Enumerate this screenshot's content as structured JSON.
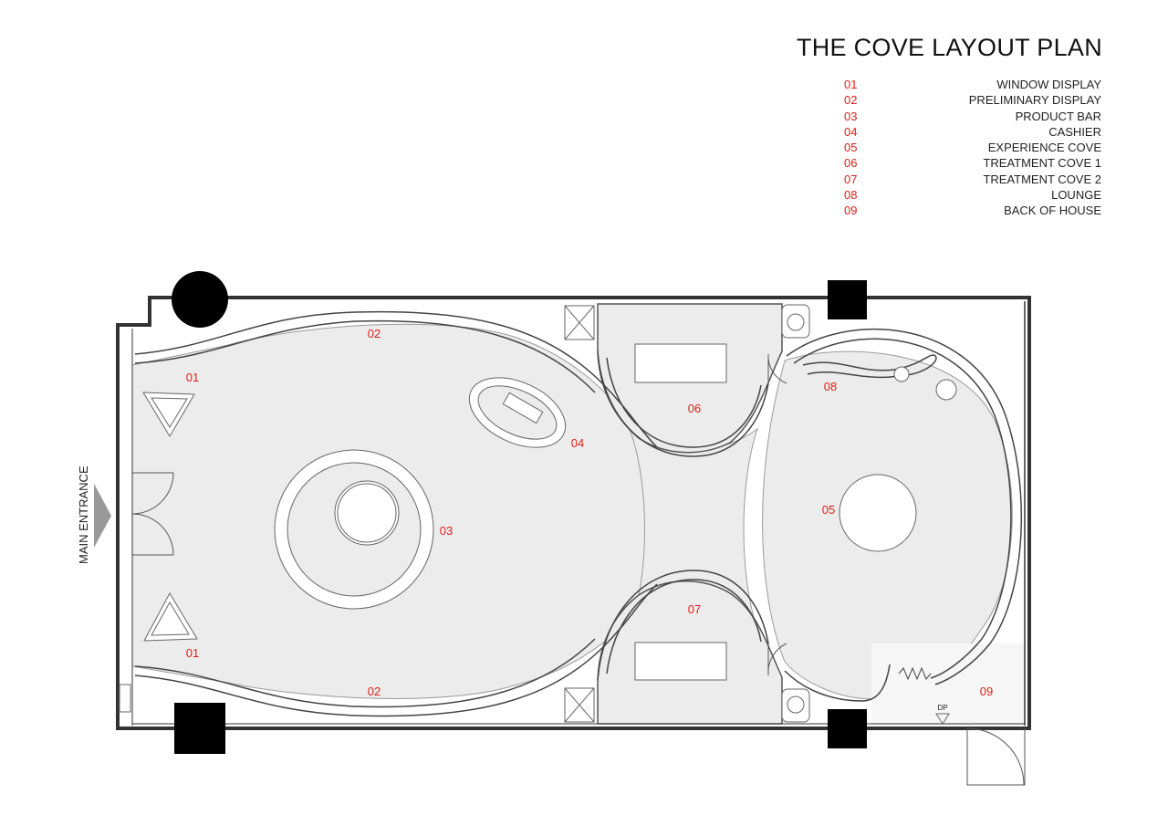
{
  "title": "THE COVE LAYOUT PLAN",
  "legend": [
    {
      "num": "01",
      "label": "WINDOW DISPLAY"
    },
    {
      "num": "02",
      "label": "PRELIMINARY DISPLAY"
    },
    {
      "num": "03",
      "label": "PRODUCT BAR"
    },
    {
      "num": "04",
      "label": "CASHIER"
    },
    {
      "num": "05",
      "label": "EXPERIENCE COVE"
    },
    {
      "num": "06",
      "label": "TREATMENT COVE 1"
    },
    {
      "num": "07",
      "label": "TREATMENT COVE 2"
    },
    {
      "num": "08",
      "label": "LOUNGE"
    },
    {
      "num": "09",
      "label": "BACK OF HOUSE"
    }
  ],
  "plan": {
    "entrance_label": "MAIN ENTRANCE",
    "dp_label": "DP",
    "zone_labels": {
      "window_display_top": "01",
      "window_display_bottom": "01",
      "preliminary_top": "02",
      "preliminary_bottom": "02",
      "product_bar": "03",
      "cashier": "04",
      "experience_cove": "05",
      "treatment_cove_1": "06",
      "treatment_cove_2": "07",
      "lounge": "08",
      "back_of_house": "09"
    }
  },
  "colors": {
    "accent_red": "#e0201a",
    "floor_grey": "#ececec",
    "wall": "#333333"
  }
}
